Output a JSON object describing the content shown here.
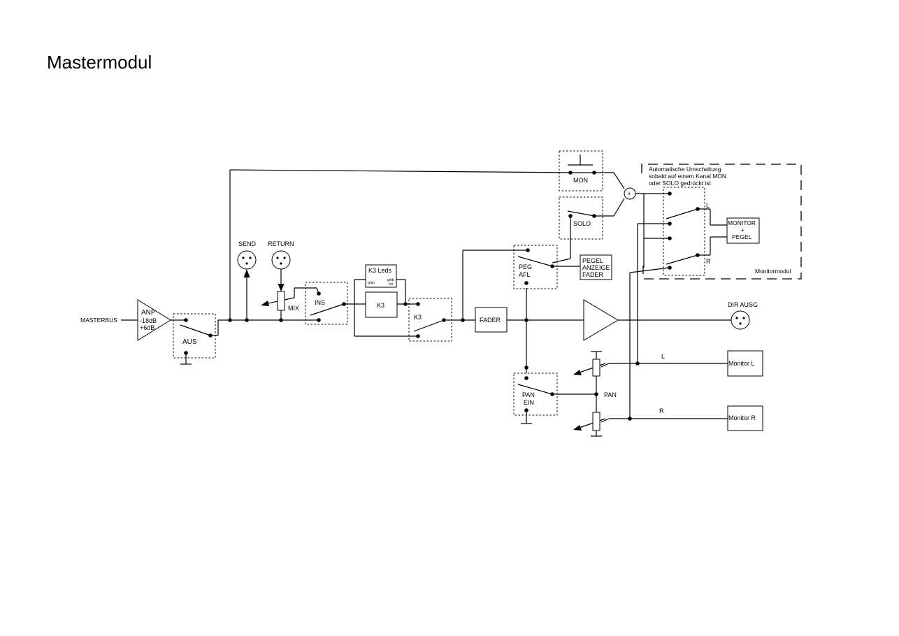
{
  "title": "Mastermodul",
  "labels": {
    "masterbus": "MASTERBUS",
    "anp1": "ANP",
    "anp2": "-18dB",
    "anp3": "+6dB",
    "aus": "AUS",
    "send": "SEND",
    "return": "RETURN",
    "mix": "MIX",
    "ins": "INS",
    "k3leds": "K3 Leds",
    "gruen": "grün",
    "gelb": "gelb",
    "rot": "rot",
    "k3box": "K3",
    "k3sw": "K3",
    "fader": "FADER",
    "mon": "MON",
    "solo": "SOLO",
    "peg1": "PEG",
    "afl": "AFL",
    "pegel1": "PEGEL",
    "pegel2": "ANZEIGE",
    "pegel3": "FADER",
    "note1": "Automatische  Umschaltung",
    "note2": "sobald auf einem Kanal MON",
    "note3": "oder SOLO gedrückt ist",
    "monitor1": "MONITOR",
    "monitor2": "+",
    "monitor3": "PEGEL",
    "L_top": "L",
    "R_top": "R",
    "monitormodul": "Monitormodul",
    "dirausg": "DIR AUSG",
    "L_line": "L",
    "R_line": "R",
    "monitorL": "Monitor L",
    "monitorR": "Monitor R",
    "pan": "PAN",
    "panein1": "PAN",
    "panein2": "EIN",
    "plus": "+"
  }
}
